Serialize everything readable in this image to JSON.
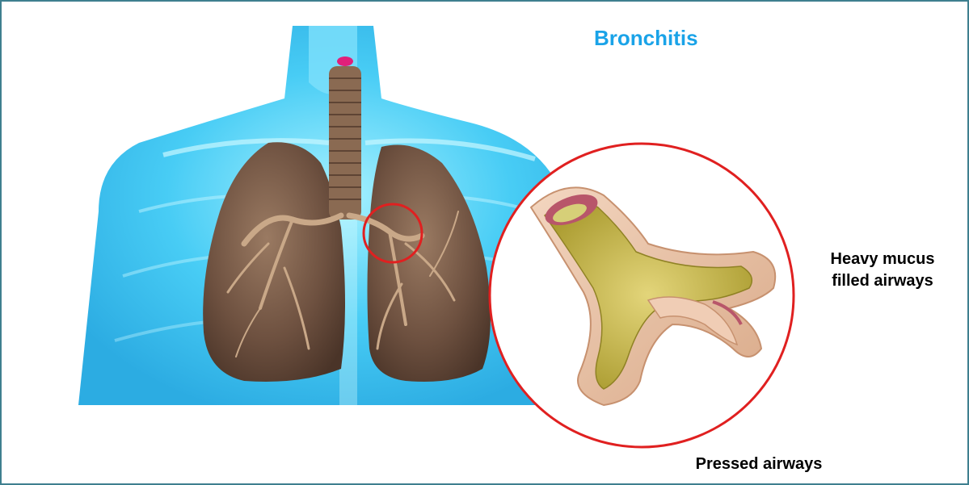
{
  "title": "Bronchitis",
  "labels": {
    "mucus_line1": "Heavy mucus",
    "mucus_line2": "filled airways",
    "pressed": "Pressed airways"
  },
  "colors": {
    "frame_border": "#3f7f8f",
    "title": "#1aa3e8",
    "highlight_circle": "#e02020",
    "body_glow": "#38c8f4",
    "lung": "#6e5140",
    "mucus": "#c7b844",
    "airway_wall": "#e9c3a8"
  }
}
